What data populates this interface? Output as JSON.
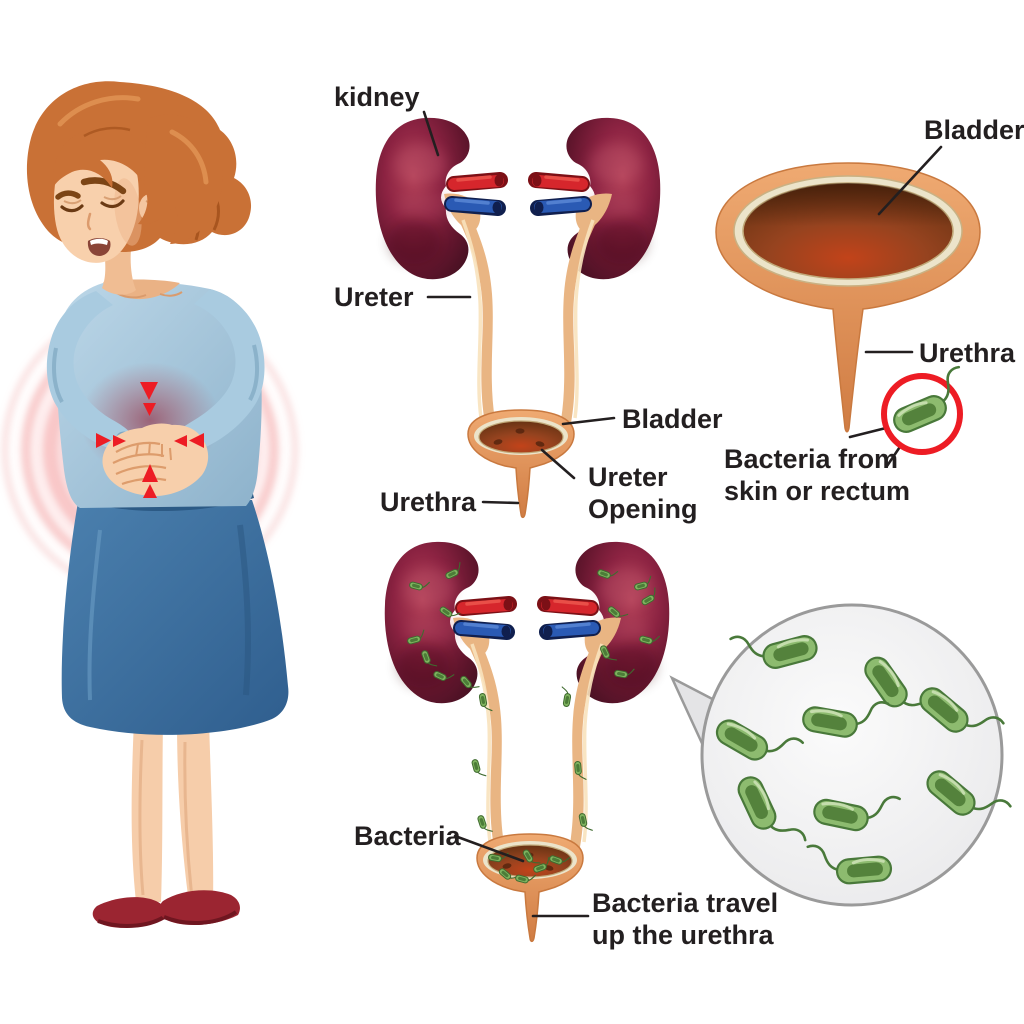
{
  "labels": {
    "urinary_tract": {
      "kidney": "kidney",
      "ureter": "Ureter",
      "bladder": "Bladder",
      "ureter_opening": [
        "Ureter",
        "Opening"
      ],
      "urethra": "Urethra"
    },
    "bladder_closeup": {
      "bladder": "Bladder",
      "urethra": "Urethra",
      "bacteria_source": [
        "Bacteria from",
        "skin or rectum"
      ]
    },
    "infection": {
      "bacteria": "Bacteria",
      "bacteria_travel": [
        "Bacteria travel",
        "up the urethra"
      ]
    }
  },
  "colors": {
    "label_text": "#231f20",
    "kidney_dark": "#441021",
    "kidney_mid": "#8c2342",
    "kidney_highlight": "#b24057",
    "artery_red": "#d6262c",
    "vein_blue": "#2a5ab4",
    "ureter_tan": "#e9b583",
    "ureter_highlight": "#f8e2bd",
    "bladder_wall": "#e2945c",
    "bladder_lining": "#ece4ca",
    "bladder_interior_dark": "#6b3414",
    "bladder_interior_red": "#c2431a",
    "bacteria_fill": "#8dbb6f",
    "bacteria_dark": "#49793a",
    "alert_red": "#ed1c24",
    "magnifier_fill": "#efefef",
    "magnifier_stroke": "#9a9a9a",
    "hair_orange": "#c97136",
    "skin": "#f8d0ac",
    "shirt_blue": "#a9cbe0",
    "skirt_blue": "#3c6e9f",
    "shoe_red": "#9b2531"
  }
}
